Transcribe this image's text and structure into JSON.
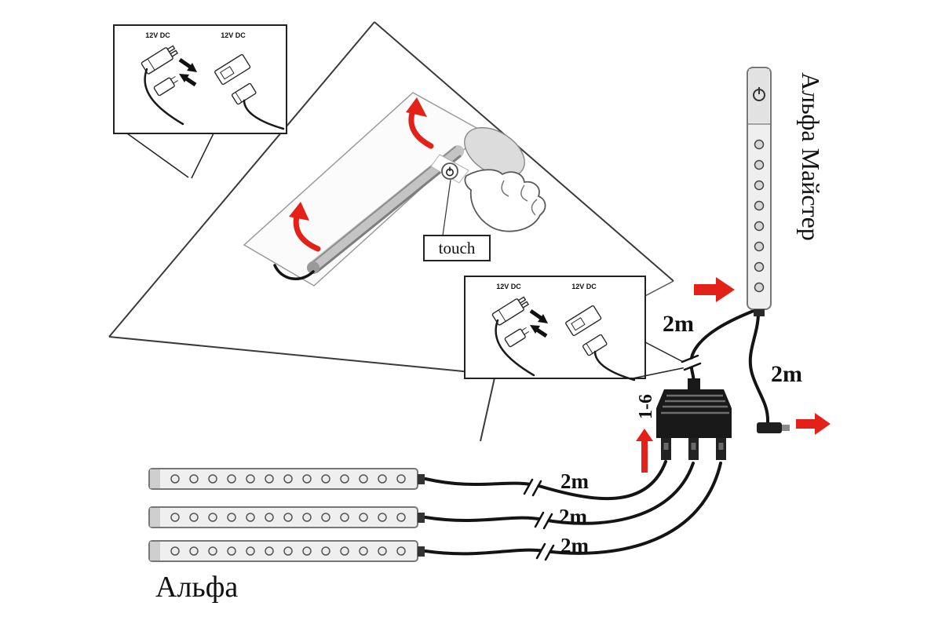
{
  "diagram": {
    "labels": {
      "alpha": "Альфа",
      "alpha_master": "Альфа Майстер",
      "touch": "touch",
      "ports": "1-6"
    },
    "cable_lengths": {
      "master_to_box": "2m",
      "master_to_plug": "2m",
      "bar1": "2m",
      "bar2": "2m",
      "bar3": "2m"
    },
    "inset_topleft": {
      "connector_left": "12V DC",
      "connector_right": "12V DC"
    },
    "inset_middle": {
      "connector_left": "12V DC",
      "connector_right": "12V DC"
    },
    "led_count_alpha_bar": 13,
    "led_count_master": 8,
    "colors": {
      "arrow_red": "#e32119",
      "cable_black": "#141414",
      "bar_fill": "#efefef"
    }
  }
}
